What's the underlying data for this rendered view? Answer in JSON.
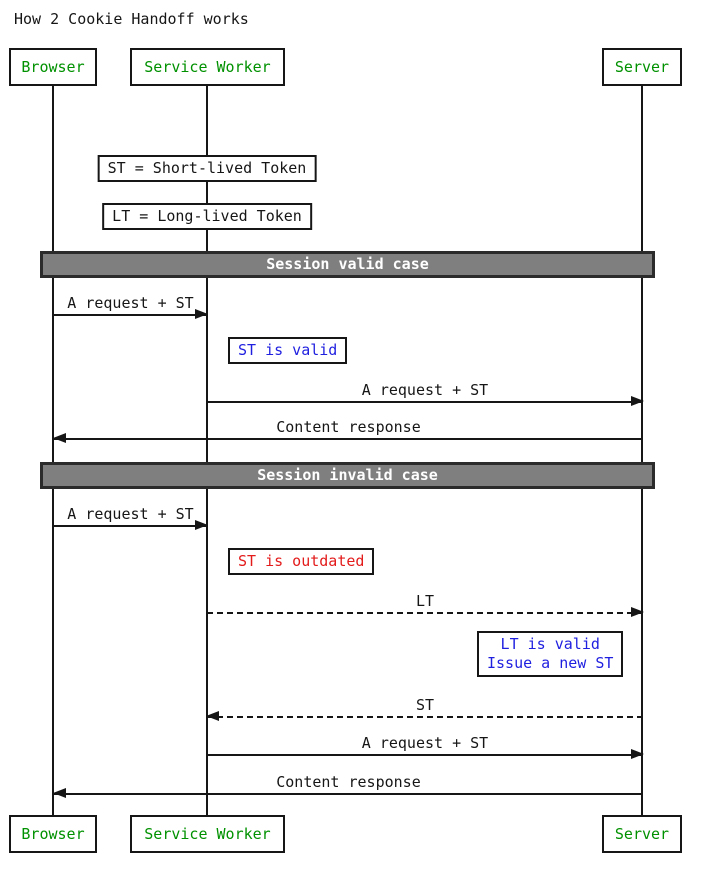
{
  "title": "How 2 Cookie Handoff works",
  "colors": {
    "green": "#009100",
    "blue": "#1f1fe0",
    "red": "#e31b1b",
    "bar_bg": "#7f7f7f",
    "bar_border": "#2b2b2b",
    "line": "#161616"
  },
  "actors": {
    "browser": "Browser",
    "service_worker": "Service Worker",
    "server": "Server"
  },
  "definitions": {
    "st": "ST = Short-lived Token",
    "lt": "LT = Long-lived Token"
  },
  "sections": {
    "valid": "Session valid case",
    "invalid": "Session invalid case"
  },
  "messages": {
    "m1": "A request + ST",
    "m2": "A request + ST",
    "m3": "Content response",
    "m4": "A request + ST",
    "m5": "LT",
    "m6": "ST",
    "m7": "A request + ST",
    "m8": "Content response"
  },
  "notes": {
    "st_valid": "ST is valid",
    "st_outdated": "ST is outdated",
    "lt_valid_line1": "LT is valid",
    "lt_valid_line2": "Issue a new ST"
  }
}
